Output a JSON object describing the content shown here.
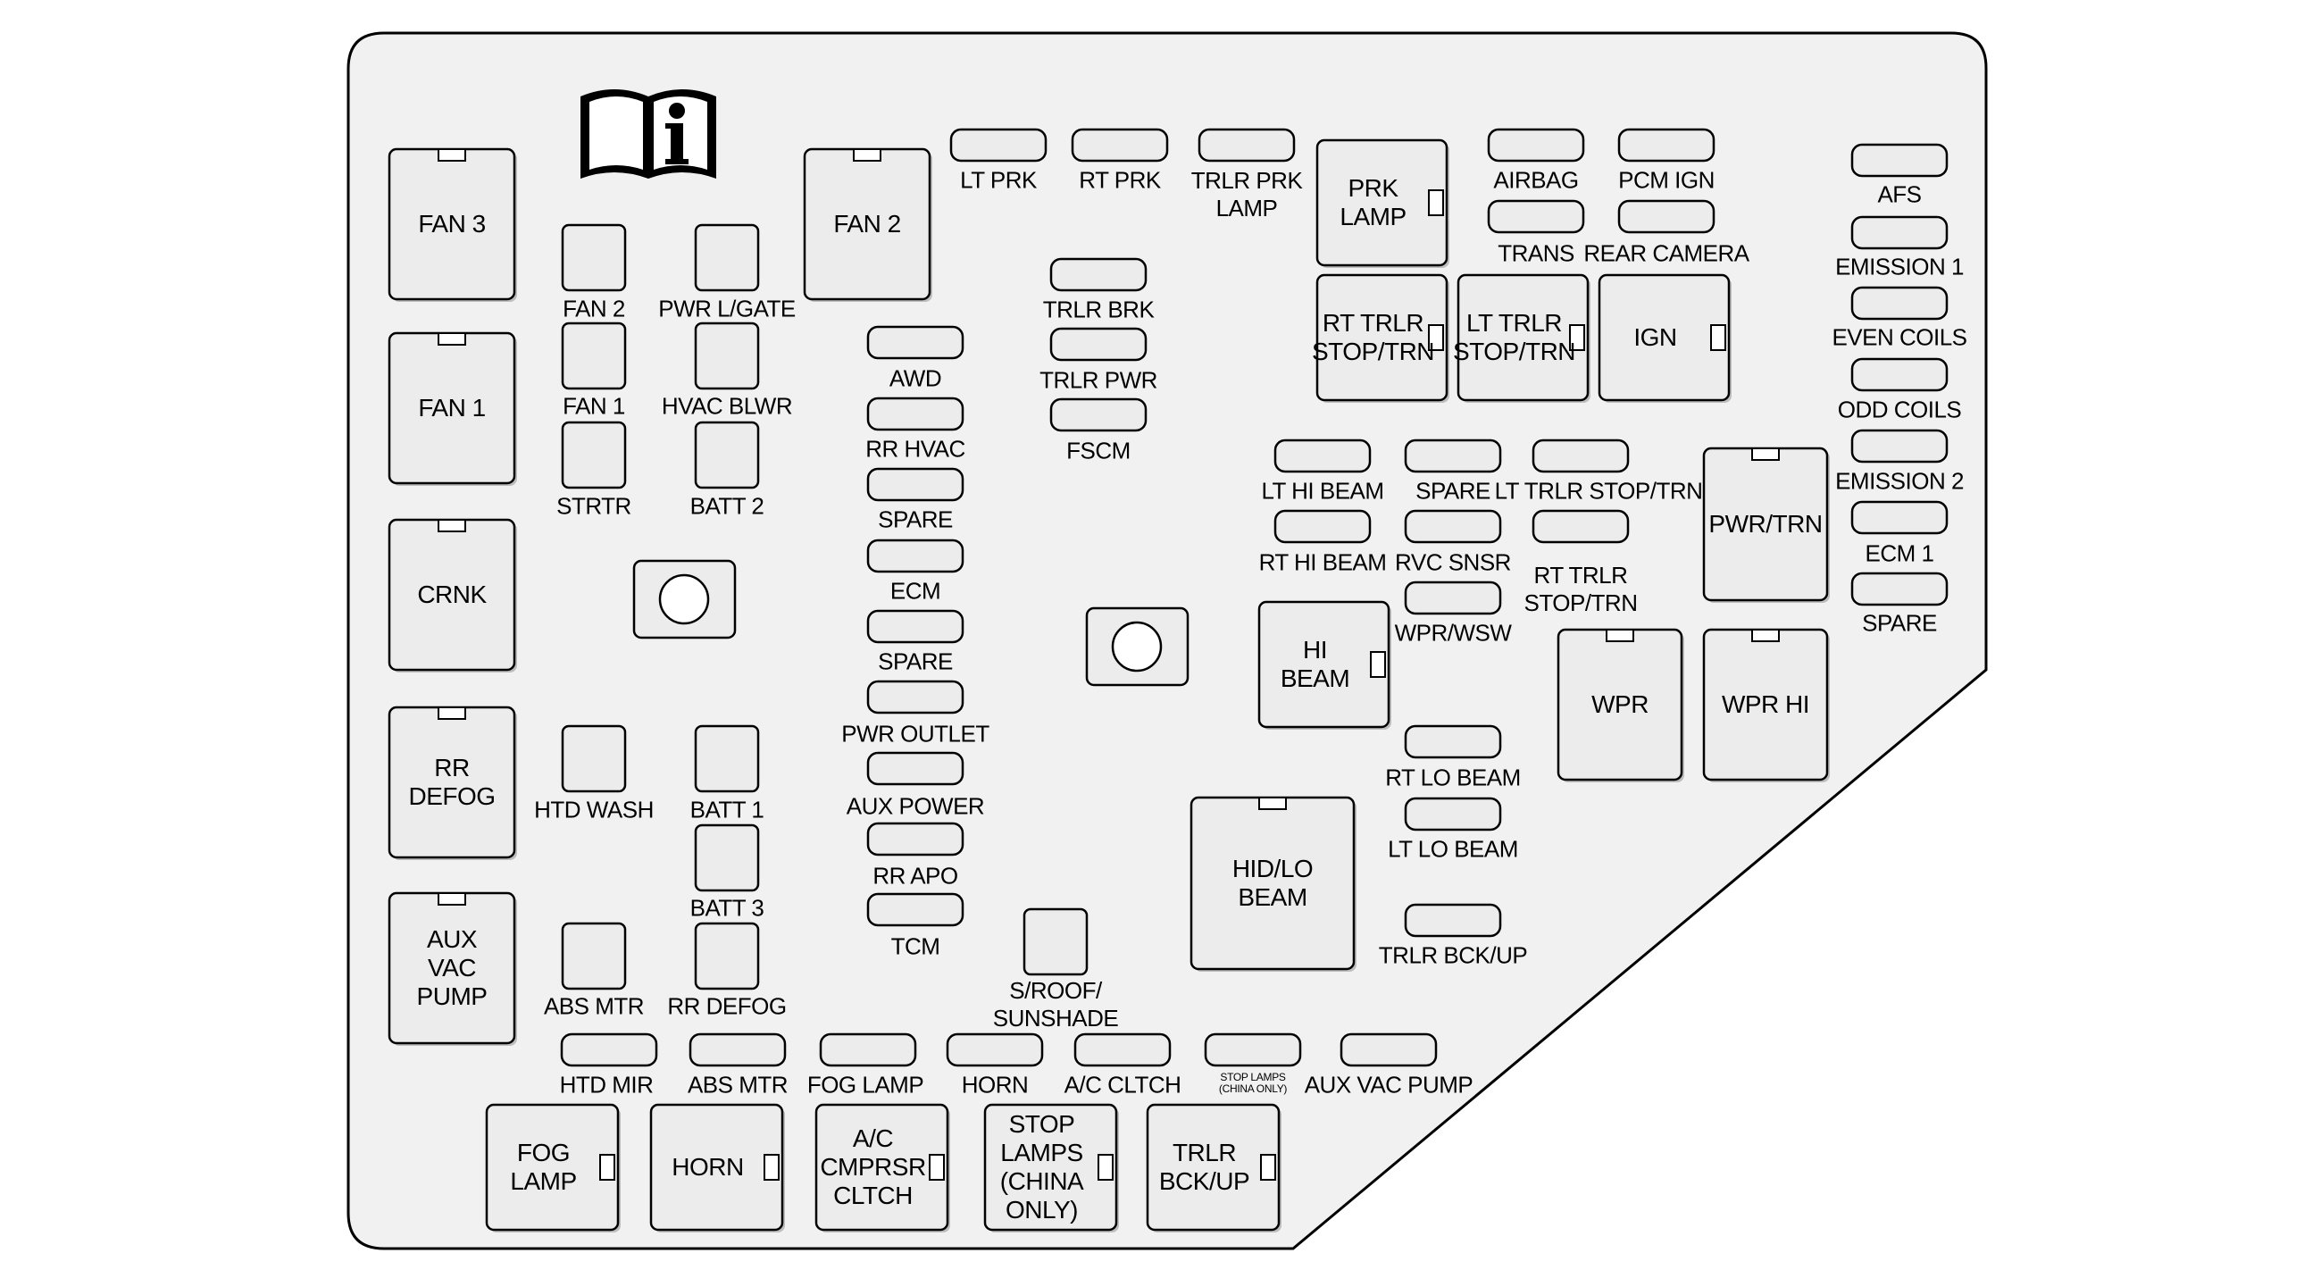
{
  "panel": {
    "fill": "#f1f1f1",
    "stroke": "#000000",
    "fuse_fill": "#ececec"
  },
  "info_icon": "book-info-icon",
  "relays": [
    {
      "id": "fan3",
      "label": "FAN 3"
    },
    {
      "id": "fan1",
      "label": "FAN 1"
    },
    {
      "id": "crnk",
      "label": "CRNK"
    },
    {
      "id": "rr-defog",
      "label": "RR\nDEFOG"
    },
    {
      "id": "aux-vac-pump",
      "label": "AUX\nVAC\nPUMP"
    },
    {
      "id": "fan2",
      "label": "FAN 2"
    },
    {
      "id": "prk-lamp",
      "label": "PRK\nLAMP"
    },
    {
      "id": "rt-trlr-stop-trn",
      "label": "RT TRLR\nSTOP/TRN"
    },
    {
      "id": "lt-trlr-stop-trn",
      "label": "LT TRLR\nSTOP/TRN"
    },
    {
      "id": "ign",
      "label": "IGN"
    },
    {
      "id": "pwr-trn",
      "label": "PWR/TRN"
    },
    {
      "id": "hi-beam",
      "label": "HI\nBEAM"
    },
    {
      "id": "wpr",
      "label": "WPR"
    },
    {
      "id": "wpr-hi",
      "label": "WPR HI"
    },
    {
      "id": "hid-lo-beam",
      "label": "HID/LO\nBEAM"
    },
    {
      "id": "fog-lamp",
      "label": "FOG\nLAMP"
    },
    {
      "id": "horn",
      "label": "HORN"
    },
    {
      "id": "ac-cmprsr-cltch",
      "label": "A/C\nCMPRSR\nCLTCH"
    },
    {
      "id": "stop-lamps-china",
      "label": "STOP\nLAMPS\n(CHINA\nONLY)"
    },
    {
      "id": "trlr-bck-up",
      "label": "TRLR\nBCK/UP"
    }
  ],
  "square_fuses": [
    {
      "id": "fan2-fuse",
      "label": "FAN 2"
    },
    {
      "id": "pwr-lgate",
      "label": "PWR L/GATE"
    },
    {
      "id": "fan1-fuse",
      "label": "FAN 1"
    },
    {
      "id": "hvac-blwr",
      "label": "HVAC BLWR"
    },
    {
      "id": "strtr",
      "label": "STRTR"
    },
    {
      "id": "batt2",
      "label": "BATT 2"
    },
    {
      "id": "htd-wash",
      "label": "HTD WASH"
    },
    {
      "id": "batt1",
      "label": "BATT 1"
    },
    {
      "id": "batt3",
      "label": "BATT 3"
    },
    {
      "id": "abs-mtr-sq",
      "label": "ABS MTR"
    },
    {
      "id": "rr-defog-sq",
      "label": "RR DEFOG"
    },
    {
      "id": "sroof",
      "label": "S/ROOF/\nSUNSHADE"
    }
  ],
  "mini_fuses": [
    {
      "id": "lt-prk",
      "label": "LT PRK"
    },
    {
      "id": "rt-prk",
      "label": "RT PRK"
    },
    {
      "id": "trlr-prk-lamp",
      "label": "TRLR PRK\nLAMP"
    },
    {
      "id": "airbag",
      "label": "AIRBAG"
    },
    {
      "id": "pcm-ign",
      "label": "PCM IGN"
    },
    {
      "id": "trans",
      "label": "TRANS"
    },
    {
      "id": "rear-camera",
      "label": "REAR CAMERA"
    },
    {
      "id": "afs",
      "label": "AFS"
    },
    {
      "id": "emission1",
      "label": "EMISSION 1"
    },
    {
      "id": "even-coils",
      "label": "EVEN COILS"
    },
    {
      "id": "odd-coils",
      "label": "ODD COILS"
    },
    {
      "id": "emission2",
      "label": "EMISSION 2"
    },
    {
      "id": "ecm1",
      "label": "ECM 1"
    },
    {
      "id": "spare-r",
      "label": "SPARE"
    },
    {
      "id": "trlr-brk",
      "label": "TRLR BRK"
    },
    {
      "id": "trlr-pwr",
      "label": "TRLR PWR"
    },
    {
      "id": "fscm",
      "label": "FSCM"
    },
    {
      "id": "awd",
      "label": "AWD"
    },
    {
      "id": "rr-hvac",
      "label": "RR HVAC"
    },
    {
      "id": "spare1",
      "label": "SPARE"
    },
    {
      "id": "ecm",
      "label": "ECM"
    },
    {
      "id": "spare2",
      "label": "SPARE"
    },
    {
      "id": "pwr-outlet",
      "label": "PWR OUTLET"
    },
    {
      "id": "aux-power",
      "label": "AUX POWER"
    },
    {
      "id": "rr-apo",
      "label": "RR APO"
    },
    {
      "id": "tcm",
      "label": "TCM"
    },
    {
      "id": "lt-hi-beam",
      "label": "LT HI BEAM"
    },
    {
      "id": "spare-m",
      "label": "SPARE"
    },
    {
      "id": "lt-trlr-stop-trn-f",
      "label": "LT TRLR STOP/TRN"
    },
    {
      "id": "rt-hi-beam",
      "label": "RT HI BEAM"
    },
    {
      "id": "rvc-snsr",
      "label": "RVC SNSR"
    },
    {
      "id": "rt-trlr-stop-trn-f",
      "label": "RT TRLR\nSTOP/TRN"
    },
    {
      "id": "wpr-wsw",
      "label": "WPR/WSW"
    },
    {
      "id": "rt-lo-beam",
      "label": "RT LO BEAM"
    },
    {
      "id": "lt-lo-beam",
      "label": "LT LO BEAM"
    },
    {
      "id": "trlr-bck-up-f",
      "label": "TRLR BCK/UP"
    },
    {
      "id": "htd-mir",
      "label": "HTD MIR"
    },
    {
      "id": "abs-mtr-f",
      "label": "ABS MTR"
    },
    {
      "id": "fog-lamp-f",
      "label": "FOG LAMP"
    },
    {
      "id": "horn-f",
      "label": "HORN"
    },
    {
      "id": "ac-cltch",
      "label": "A/C CLTCH"
    },
    {
      "id": "stop-lamps-f",
      "label": "STOP LAMPS\n(CHINA ONLY)"
    },
    {
      "id": "aux-vac-pump-f",
      "label": "AUX VAC PUMP"
    }
  ]
}
